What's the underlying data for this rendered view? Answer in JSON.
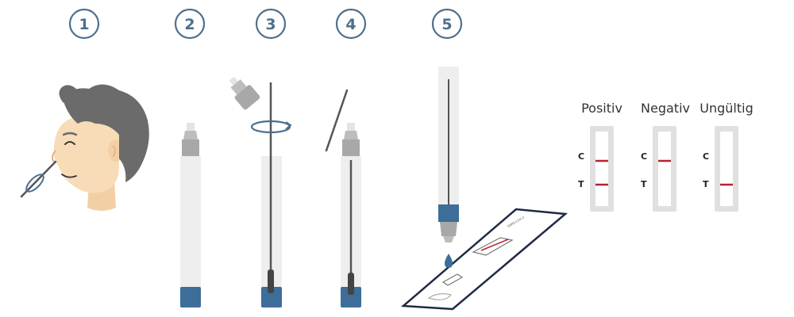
{
  "steps": [
    {
      "number": "1",
      "icon": "nose-swab-icon"
    },
    {
      "number": "2",
      "icon": "buffer-tube-icon"
    },
    {
      "number": "3",
      "icon": "dropper-swab-rotate-icon"
    },
    {
      "number": "4",
      "icon": "swab-in-tube-icon"
    },
    {
      "number": "5",
      "icon": "drop-on-test-cassette-icon"
    }
  ],
  "results": [
    {
      "label": "Positiv",
      "c": "C",
      "t": "T",
      "c_line": true,
      "t_line": true
    },
    {
      "label": "Negativ",
      "c": "C",
      "t": "T",
      "c_line": true,
      "t_line": false
    },
    {
      "label": "Ungültig",
      "c": "C",
      "t": "T",
      "c_line": false,
      "t_line": true
    }
  ],
  "cassette_text": "SARS-CoV-2",
  "colors": {
    "step_circle": "#4d6f8e",
    "tube_cap": "#3d6d99",
    "line_red": "#b5232f",
    "tube_body": "#eeeeee",
    "gray_cap": "#a8a8a8",
    "hair": "#6b6b6b",
    "skin": "#f8dcb8"
  }
}
